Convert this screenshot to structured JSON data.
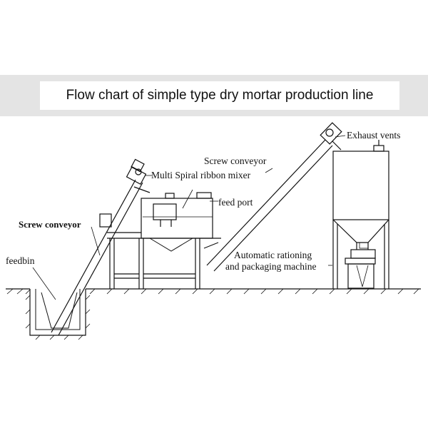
{
  "title": "Flow chart of simple type dry mortar production line",
  "labels": {
    "exhaust_vents": "Exhaust vents",
    "screw_conveyor_right": "Screw conveyor",
    "mixer": "Multi Spiral ribbon mixer",
    "feed_port": "feed port",
    "screw_conveyor_left": "Screw conveyor",
    "feedbin": "feedbin",
    "packaging_line1": "Automatic rationing",
    "packaging_line2": "and packaging machine"
  }
}
